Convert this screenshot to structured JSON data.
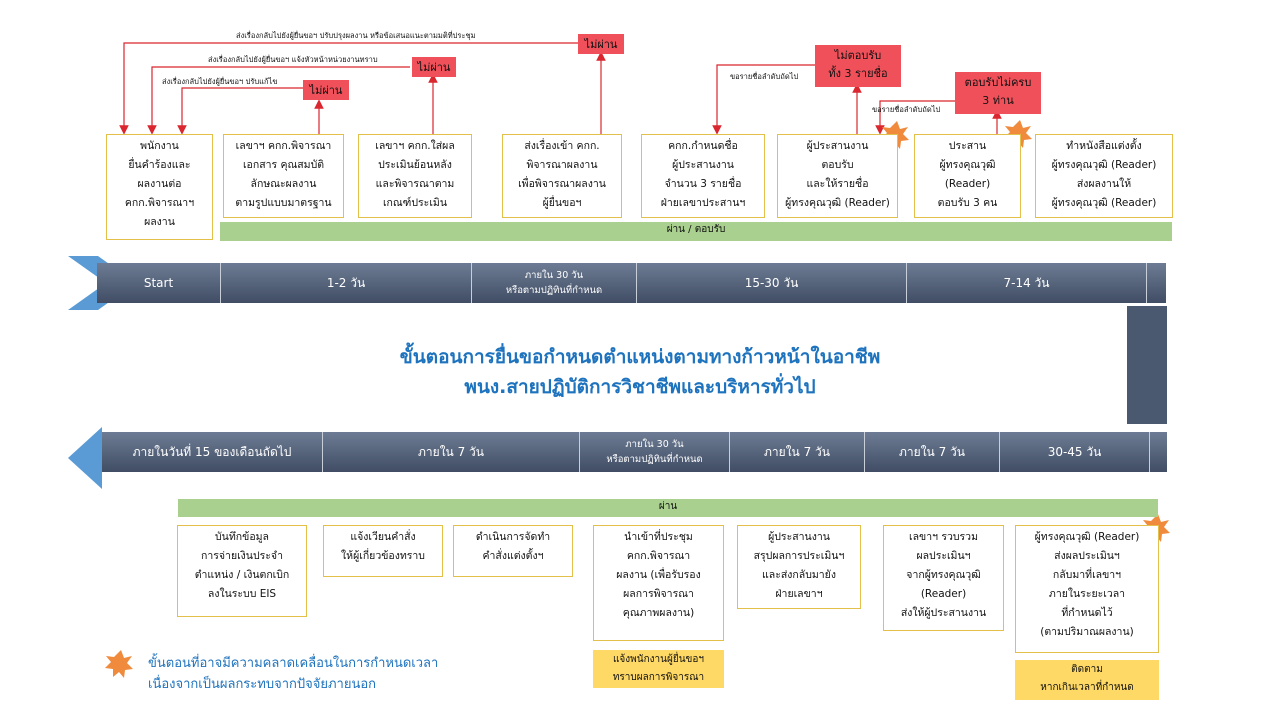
{
  "top_notes": [
    "ส่งเรื่องกลับไปยังผู้ยื่นขอฯ ปรับปรุงผลงาน หรือข้อเสนอแนะตามมติที่ประชุม",
    "ส่งเรื่องกลับไปยังผู้ยื่นขอฯ แจ้งหัวหน้าหน่วยงานทราบ",
    "ส่งเรื่องกลับไปยังผู้ยื่นขอฯ ปรับแก้ไข",
    "ขอรายชื่อลำดับถัดไป",
    "ขอรายชื่อลำดับถัดไป"
  ],
  "red_labels": {
    "fail1": "ไม่ผ่าน",
    "fail2": "ไม่ผ่าน",
    "fail3": "ไม่ผ่าน",
    "no_accept": "ไม่ตอบรับ\nทั้ง 3 รายชื่อ",
    "partial": "ตอบรับไม่ครบ\n3 ท่าน"
  },
  "top_steps": [
    "พนักงาน\nยื่นคำร้องและ\nผลงานต่อ\nคกก.พิจารณาฯ\nผลงาน",
    "เลขาฯ คกก.พิจารณา\nเอกสาร คุณสมบัติ\nลักษณะผลงาน\nตามรูปแบบมาตรฐาน",
    "เลขาฯ คกก.ใส่ผล\nประเมินย้อนหลัง\nและพิจารณาตาม\nเกณฑ์ประเมิน",
    "ส่งเรื่องเข้า คกก.\nพิจารณาผลงาน\nเพื่อพิจารณาผลงาน\nผู้ยื่นขอฯ",
    "คกก.กำหนดชื่อ\nผู้ประสานงาน\nจำนวน 3 รายชื่อ\nฝ่ายเลขาประสานฯ",
    "ผู้ประสานงาน\nตอบรับ\nและให้รายชื่อ\nผู้ทรงคุณวุฒิ (Reader)",
    "ประสาน\nผู้ทรงคุณวุฒิ\n(Reader)\nตอบรับ 3 คน",
    "ทำหนังสือแต่งตั้ง\nผู้ทรงคุณวุฒิ (Reader)\nส่งผลงานให้\nผู้ทรงคุณวุฒิ (Reader)"
  ],
  "top_green": "ผ่าน / ตอบรับ",
  "top_band": {
    "start": "Start",
    "d1": "1-2 วัน",
    "d2a": "ภายใน 30 วัน",
    "d2b": "หรือตามปฏิทินที่กำหนด",
    "d3": "15-30 วัน",
    "d4": "7-14 วัน"
  },
  "title": {
    "line1": "ขั้นตอนการยื่นขอกำหนดตำแหน่งตามทางก้าวหน้าในอาชีพ",
    "line2": "พนง.สายปฏิบัติการวิชาชีพและบริหารทั่วไป"
  },
  "bottom_band": {
    "b1": "ภายในวันที่ 15 ของเดือนถัดไป",
    "b2": "ภายใน 7 วัน",
    "b3a": "ภายใน 30 วัน",
    "b3b": "หรือตามปฏิทินที่กำหนด",
    "b4": "ภายใน 7 วัน",
    "b5": "ภายใน 7 วัน",
    "b6": "30-45 วัน"
  },
  "bottom_green": "ผ่าน",
  "bottom_steps": [
    "บันทึกข้อมูล\nการจ่ายเงินประจำ\nตำแหน่ง / เงินตกเบิก\nลงในระบบ EIS",
    "แจ้งเวียนคำสั่ง\nให้ผู้เกี่ยวข้องทราบ",
    "ดำเนินการจัดทำ\nคำสั่งแต่งตั้งฯ",
    "นำเข้าที่ประชุม\nคกก.พิจารณา\nผลงาน (เพื่อรับรอง\nผลการพิจารณา\nคุณภาพผลงาน)",
    "ผู้ประสานงาน\nสรุปผลการประเมินฯ\nและส่งกลับมายัง\nฝ่ายเลขาฯ",
    "เลขาฯ รวบรวม\nผลประเมินฯ\nจากผู้ทรงคุณวุฒิ\n(Reader)\nส่งให้ผู้ประสานงาน",
    "ผู้ทรงคุณวุฒิ (Reader)\nส่งผลประเมินฯ\nกลับมาที่เลขาฯ\nภายในระยะเวลา\nที่กำหนดไว้\n(ตามปริมาณผลงาน)"
  ],
  "yellow_notes": {
    "inform": "แจ้งพนักงานผู้ยื่นขอฯ\nทราบผลการพิจารณา",
    "follow": "ติดตาม\nหากเกินเวลาที่กำหนด"
  },
  "legend": "ขั้นตอนที่อาจมีความคลาดเคลื่อนในการกำหนดเวลา\nเนื่องจากเป็นผลกระทบจากปัจจัยภายนอก",
  "colors": {
    "accent_blue": "#1e73be",
    "red": "#f0505a",
    "green": "#a9d08e",
    "yellow": "#ffd966",
    "star": "#f08a3c",
    "band": "#4a5870"
  }
}
